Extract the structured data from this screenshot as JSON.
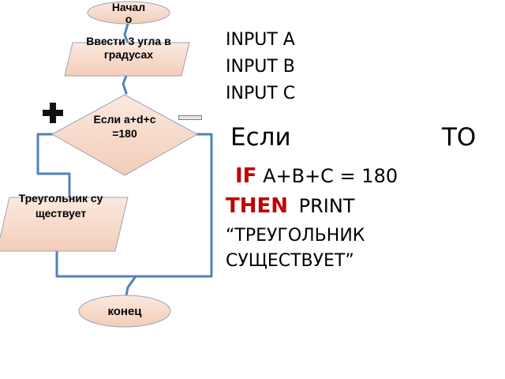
{
  "flowchart": {
    "start_label": "Начало",
    "input_label": "Ввести 3 угла в градусах",
    "condition_label": "Если a+d+c =180",
    "output_label": "Треугольник существует",
    "end_label": "конец",
    "yes_symbol": "plus-icon",
    "no_symbol": "minus-icon"
  },
  "code": {
    "line1": "INPUT A",
    "line2": "INPUT B",
    "line3": "INPUT C",
    "if_word": "Если",
    "then_word": "ТО",
    "if_keyword": "IF",
    "if_expr": "A+B+C = 180",
    "then_keyword": "THEN",
    "print_word": "PRINT",
    "print_text_line1": "“ТРЕУГОЛЬНИК",
    "print_text_line2": "СУЩЕСТВУЕТ”"
  },
  "colors": {
    "shape_fill": "#f7dccc",
    "shape_border": "#9aa3b5",
    "connector": "#4f81bd",
    "keyword": "#c00000"
  }
}
